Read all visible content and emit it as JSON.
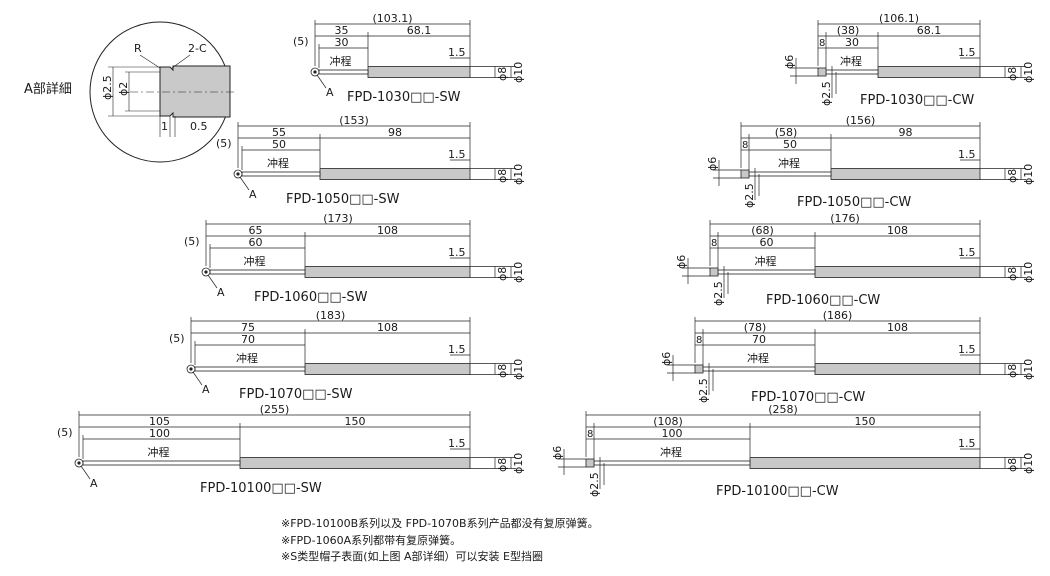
{
  "detail": {
    "caption": "A部詳細",
    "radius_label": "R",
    "chamfer_label": "2-C",
    "dim_outer": "ϕ2.5",
    "dim_inner": "ϕ2",
    "dim_width": "1",
    "dim_offset": "0.5"
  },
  "common": {
    "stroke_label": "冲程",
    "ref_label": "A",
    "dia_rod": "ϕ8",
    "dia_body": "ϕ10",
    "dia_cw_cap": "ϕ6",
    "dia_cw_pin": "ϕ2.5",
    "dim_15": "1.5",
    "dim_5": "(5)",
    "dim_8": "8"
  },
  "models": [
    {
      "name": "FPD-1030□□-SW",
      "total": "(103.1)",
      "a": "35",
      "b": "30",
      "c": "68.1"
    },
    {
      "name": "FPD-1050□□-SW",
      "total": "(153)",
      "a": "55",
      "b": "50",
      "c": "98"
    },
    {
      "name": "FPD-1060□□-SW",
      "total": "(173)",
      "a": "65",
      "b": "60",
      "c": "108"
    },
    {
      "name": "FPD-1070□□-SW",
      "total": "(183)",
      "a": "75",
      "b": "70",
      "c": "108"
    },
    {
      "name": "FPD-10100□□-SW",
      "total": "(255)",
      "a": "105",
      "b": "100",
      "c": "150"
    },
    {
      "name": "FPD-1030□□-CW",
      "total": "(106.1)",
      "a": "(38)",
      "b": "30",
      "c": "68.1"
    },
    {
      "name": "FPD-1050□□-CW",
      "total": "(156)",
      "a": "(58)",
      "b": "50",
      "c": "98"
    },
    {
      "name": "FPD-1060□□-CW",
      "total": "(176)",
      "a": "(68)",
      "b": "60",
      "c": "108"
    },
    {
      "name": "FPD-1070□□-CW",
      "total": "(186)",
      "a": "(78)",
      "b": "70",
      "c": "108"
    },
    {
      "name": "FPD-10100□□-CW",
      "total": "(258)",
      "a": "(108)",
      "b": "100",
      "c": "150"
    }
  ],
  "notes": [
    "※FPD-10100B系列以及 FPD-1070B系列产品都没有复原弹簧。",
    "※FPD-1060A系列都带有复原弹簧。",
    "※S类型帽子表面(如上图 A部详细）可以安装 E型挡圈"
  ]
}
